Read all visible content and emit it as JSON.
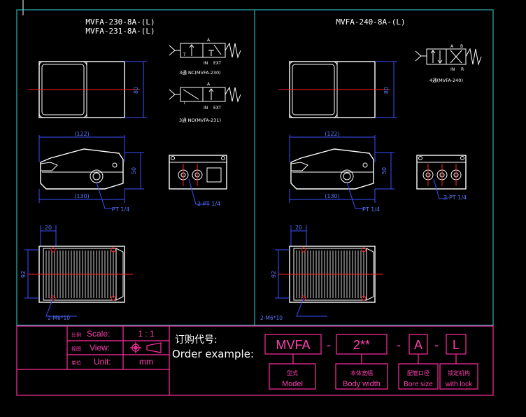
{
  "left": {
    "title_line1": "MVFA-230-8A-(L)",
    "title_line2": "MVFA-231-8A-(L)",
    "valve_label_nc": "3通 NC(MVFA-230)",
    "valve_label_no": "3通 NO(MVFA-231)",
    "port_a": "A",
    "port_in": "IN",
    "port_ext": "EXT",
    "port_t": "T",
    "dim_top_height": "80",
    "dim_width_top": "(122)",
    "dim_side_height": "50",
    "dim_width_bottom": "(130)",
    "port_pt": "PT 1/4",
    "port_2pt": "2-PT 1/4",
    "dim_20": "20",
    "dim_92": "92",
    "screw_label": "2-M6*10"
  },
  "right": {
    "title": "MVFA-240-8A-(L)",
    "valve_label": "4通(MVFA-240)",
    "port_a": "A",
    "port_b": "B",
    "port_in": "IN",
    "port_r": "R",
    "dim_top_height": "80",
    "dim_width_top": "(122)",
    "dim_side_height": "50",
    "dim_width_bottom": "(130)",
    "port_pt": "PT 1/4",
    "port_3pt": "3-PT 1/4",
    "dim_20": "20",
    "dim_92": "92",
    "screw_label": "2-M6*10"
  },
  "titleblock": {
    "scale_cn": "比例",
    "scale_label": "Scale:",
    "scale_value": "1 : 1",
    "view_cn": "视图",
    "view_label": "View:",
    "unit_cn": "单位",
    "unit_label": "Unit:",
    "unit_value": "mm"
  },
  "order": {
    "heading_cn": "订购代号:",
    "heading_en": "Order example:",
    "code_model": "MVFA",
    "code_body": "2**",
    "code_bore": "A",
    "code_lock": "L",
    "sep": "-",
    "model_cn": "型式",
    "model_en": "Model",
    "body_cn": "本体宽幅",
    "body_en": "Body width",
    "bore_cn": "配管口径",
    "bore_en": "Bore size",
    "lock_cn": "锁定机构",
    "lock_en": "with lock"
  },
  "colors": {
    "background": "#000000",
    "frame": "#33d6d6",
    "dimension": "#3a52ff",
    "outline": "#ffffff",
    "centerline": "#ff2020",
    "titleblock": "#ff2da0"
  }
}
